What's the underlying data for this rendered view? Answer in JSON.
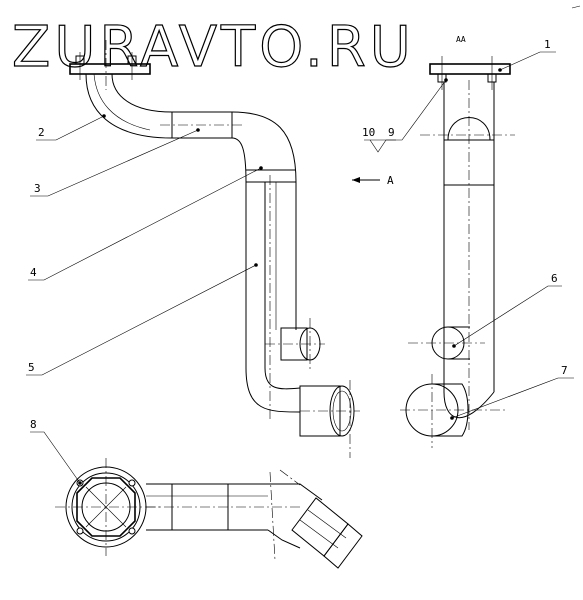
{
  "watermark": "ZURAVTO.RU",
  "view_label": "A",
  "view_mark": "AA",
  "callouts": [
    {
      "id": "c1",
      "label": "1"
    },
    {
      "id": "c2",
      "label": "2"
    },
    {
      "id": "c3",
      "label": "3"
    },
    {
      "id": "c4",
      "label": "4"
    },
    {
      "id": "c5",
      "label": "5"
    },
    {
      "id": "c6",
      "label": "6"
    },
    {
      "id": "c7",
      "label": "7"
    },
    {
      "id": "c8",
      "label": "8"
    },
    {
      "id": "c9",
      "label": "9"
    },
    {
      "id": "c10",
      "label": "10"
    }
  ]
}
